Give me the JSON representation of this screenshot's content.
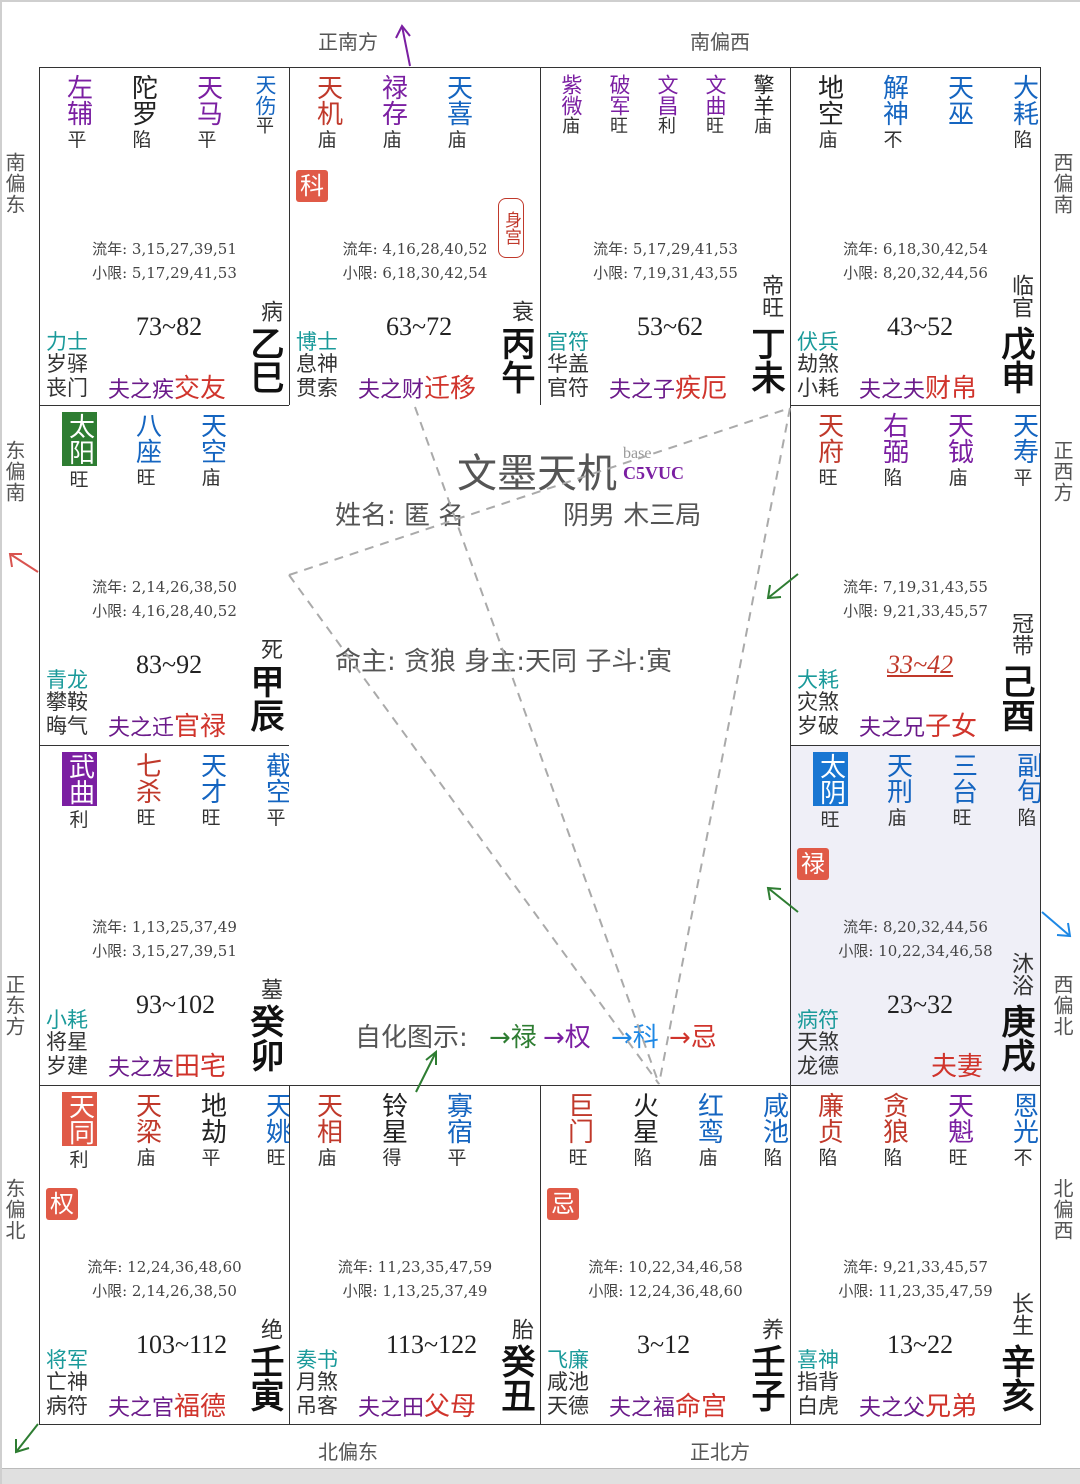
{
  "directions": {
    "top_left": "正南方",
    "top_right": "南偏西",
    "left_1": "南偏东",
    "left_2": "东偏南",
    "left_3": "正东方",
    "left_4": "东偏北",
    "right_1": "西偏南",
    "right_2": "正西方",
    "right_3": "西偏北",
    "right_4": "北偏西",
    "bottom_left": "北偏东",
    "bottom_right": "正北方"
  },
  "colors": {
    "main_purple": "#7b1fa2",
    "red": "#d0342c",
    "blue": "#1565c0",
    "teal": "#1a9a9a",
    "green": "#2e7d32",
    "ke_box": "#e05a47",
    "lu_box": "#e05a47"
  },
  "center": {
    "title": "文墨天机",
    "badge_top": "base",
    "badge_code": "C5VUC",
    "name_label": "姓名: 匿 名",
    "gender": "阴男 木三局",
    "ming_line": "命主: 贪狼 身主:天同 子斗:寅",
    "legend_label": "自化图示:",
    "legend": [
      "→禄",
      "→权",
      "→科",
      "→忌"
    ]
  },
  "palaces": [
    {
      "id": "si",
      "stars": [
        {
          "nm": "左辅",
          "br": "平",
          "c": "#7b1fa2"
        },
        {
          "nm": "陀罗",
          "br": "陷",
          "c": "#222"
        },
        {
          "nm": "天马",
          "br": "平",
          "c": "#7b1fa2"
        }
      ],
      "minors": [
        {
          "nm": "天伤",
          "br": "平",
          "c": "#1565c0"
        },
        {
          "nm": "封诰",
          "br": "",
          "c": "#1565c0"
        },
        {
          "nm": "天厨",
          "br": "",
          "c": "#1565c0"
        },
        {
          "nm": "天月",
          "br": "陷",
          "c": "#1565c0"
        },
        {
          "nm": "孤辰",
          "br": "",
          "c": "#1565c0"
        },
        {
          "nm": "蜚廉",
          "br": "陷",
          "c": "#1565c0"
        },
        {
          "nm": "破碎",
          "br": "",
          "c": "#1565c0"
        }
      ],
      "liunian": "流年: 3,15,27,39,51",
      "xiaoxian": "小限: 5,17,29,41,53",
      "range": "73~82",
      "god1": "力士",
      "god2": "岁驿",
      "god3": "丧门",
      "rel": "夫之疾",
      "pal": "交友",
      "stage": "病",
      "gz": "乙巳"
    },
    {
      "id": "wu",
      "stars": [
        {
          "nm": "天机",
          "br": "庙",
          "c": "#c0392b"
        },
        {
          "nm": "禄存",
          "br": "庙",
          "c": "#7b1fa2"
        },
        {
          "nm": "天喜",
          "br": "庙",
          "c": "#1565c0"
        }
      ],
      "minors": [],
      "hua": "科",
      "shen": "身宫",
      "liunian": "流年: 4,16,28,40,52",
      "xiaoxian": "小限: 6,18,30,42,54",
      "range": "63~72",
      "god1": "博士",
      "god2": "息神",
      "god3": "贯索",
      "rel": "夫之财",
      "pal": "迁移",
      "stage": "衰",
      "gz": "丙午"
    },
    {
      "id": "wei",
      "stars": [],
      "minors": [
        {
          "nm": "紫微",
          "br": "庙",
          "c": "#7b1fa2"
        },
        {
          "nm": "破军",
          "br": "旺",
          "c": "#7b1fa2"
        },
        {
          "nm": "文昌",
          "br": "利",
          "c": "#7b1fa2"
        },
        {
          "nm": "文曲",
          "br": "旺",
          "c": "#7b1fa2"
        },
        {
          "nm": "擎羊",
          "br": "庙",
          "c": "#222"
        },
        {
          "nm": "龙池",
          "br": "庙",
          "c": "#1565c0"
        },
        {
          "nm": "凤阁",
          "br": "陷",
          "c": "#1565c0"
        },
        {
          "nm": "天使",
          "br": "平",
          "c": "#1565c0"
        },
        {
          "nm": "年解",
          "br": "得",
          "c": "#1565c0"
        },
        {
          "nm": "华盖",
          "br": "陷",
          "c": "#1565c0"
        }
      ],
      "liunian": "流年: 5,17,29,41,53",
      "xiaoxian": "小限: 7,19,31,43,55",
      "range": "53~62",
      "god1": "官符",
      "god2": "华盖",
      "god3": "官符",
      "rel": "夫之子",
      "pal": "疾厄",
      "stage": "帝旺",
      "gz": "丁未"
    },
    {
      "id": "shen",
      "stars": [
        {
          "nm": "地空",
          "br": "庙",
          "c": "#222"
        },
        {
          "nm": "解神",
          "br": "不",
          "c": "#1565c0"
        },
        {
          "nm": "天巫",
          "br": "",
          "c": "#1565c0"
        },
        {
          "nm": "大耗",
          "br": "陷",
          "c": "#1565c0"
        },
        {
          "nm": "劫煞",
          "br": "",
          "c": "#1565c0"
        },
        {
          "nm": "月德",
          "br": "",
          "c": "#1565c0"
        }
      ],
      "minors": [],
      "liunian": "流年: 6,18,30,42,54",
      "xiaoxian": "小限: 8,20,32,44,56",
      "range": "43~52",
      "god1": "伏兵",
      "god2": "劫煞",
      "god3": "小耗",
      "rel": "夫之夫",
      "pal": "财帛",
      "stage": "临官",
      "gz": "戊申"
    },
    {
      "id": "chen",
      "stars": [
        {
          "nm": "太阳",
          "br": "旺",
          "c": "#fff",
          "box": "#2e7d32"
        },
        {
          "nm": "八座",
          "br": "旺",
          "c": "#1565c0"
        },
        {
          "nm": "天空",
          "br": "庙",
          "c": "#1565c0"
        }
      ],
      "minors": [],
      "liunian": "流年: 2,14,26,38,50",
      "xiaoxian": "小限: 4,16,28,40,52",
      "range": "83~92",
      "god1": "青龙",
      "god2": "攀鞍",
      "god3": "晦气",
      "rel": "夫之迁",
      "pal": "官禄",
      "stage": "死",
      "gz": "甲辰"
    },
    {
      "id": "you",
      "stars": [
        {
          "nm": "天府",
          "br": "旺",
          "c": "#c0392b"
        },
        {
          "nm": "右弼",
          "br": "陷",
          "c": "#7b1fa2"
        },
        {
          "nm": "天钺",
          "br": "庙",
          "c": "#7b1fa2"
        },
        {
          "nm": "天寿",
          "br": "平",
          "c": "#1565c0"
        },
        {
          "nm": "台辅",
          "br": "",
          "c": "#1565c0"
        },
        {
          "nm": "天虚",
          "br": "旺",
          "c": "#1565c0"
        }
      ],
      "minors": [],
      "liunian": "流年: 7,19,31,43,55",
      "xiaoxian": "小限: 9,21,33,45,57",
      "range": "33~42",
      "range_hl": true,
      "god1": "大耗",
      "god2": "灾煞",
      "god3": "岁破",
      "rel": "夫之兄",
      "pal": "子女",
      "stage": "冠带",
      "gz": "己酉"
    },
    {
      "id": "mao",
      "stars": [
        {
          "nm": "武曲",
          "br": "利",
          "c": "#fff",
          "box": "#7b1fa2"
        },
        {
          "nm": "七杀",
          "br": "旺",
          "c": "#c0392b"
        },
        {
          "nm": "天才",
          "br": "旺",
          "c": "#1565c0"
        },
        {
          "nm": "截空",
          "br": "平",
          "c": "#1565c0"
        },
        {
          "nm": "天哭",
          "br": "庙",
          "c": "#1565c0"
        }
      ],
      "minors": [],
      "liunian": "流年: 1,13,25,37,49",
      "xiaoxian": "小限: 3,15,27,39,51",
      "range": "93~102",
      "god1": "小耗",
      "god2": "将星",
      "god3": "岁建",
      "rel": "夫之友",
      "pal": "田宅",
      "stage": "墓",
      "gz": "癸卯"
    },
    {
      "id": "xu",
      "stars": [
        {
          "nm": "太阴",
          "br": "旺",
          "c": "#fff",
          "box": "#1976d2"
        },
        {
          "nm": "天刑",
          "br": "庙",
          "c": "#1565c0"
        },
        {
          "nm": "三台",
          "br": "旺",
          "c": "#1565c0"
        },
        {
          "nm": "副旬",
          "br": "陷",
          "c": "#1565c0"
        },
        {
          "nm": "龙德",
          "br": "",
          "c": "#1565c0"
        }
      ],
      "minors": [],
      "hua": "禄",
      "shade": true,
      "liunian": "流年: 8,20,32,44,56",
      "xiaoxian": "小限: 10,22,34,46,58",
      "range": "23~32",
      "god1": "病符",
      "god2": "天煞",
      "god3": "龙德",
      "rel": "",
      "pal": "夫妻",
      "stage": "沐浴",
      "gz": "庚戌"
    },
    {
      "id": "yin",
      "stars": [
        {
          "nm": "天同",
          "br": "利",
          "c": "#fff",
          "box": "#e05a47"
        },
        {
          "nm": "天梁",
          "br": "庙",
          "c": "#c0392b"
        },
        {
          "nm": "地劫",
          "br": "平",
          "c": "#222"
        },
        {
          "nm": "天姚",
          "br": "旺",
          "c": "#1565c0"
        },
        {
          "nm": "天官",
          "br": "平",
          "c": "#1565c0"
        },
        {
          "nm": "副截",
          "br": "陷",
          "c": "#1565c0"
        }
      ],
      "minors": [],
      "hua": "权",
      "liunian": "流年: 12,24,36,48,60",
      "xiaoxian": "小限: 2,14,26,38,50",
      "range": "103~112",
      "god1": "将军",
      "god2": "亡神",
      "god3": "病符",
      "rel": "夫之官",
      "pal": "福德",
      "stage": "绝",
      "gz": "壬寅"
    },
    {
      "id": "chou",
      "stars": [
        {
          "nm": "天相",
          "br": "庙",
          "c": "#c0392b"
        },
        {
          "nm": "铃星",
          "br": "得",
          "c": "#222"
        },
        {
          "nm": "寡宿",
          "br": "平",
          "c": "#1565c0"
        }
      ],
      "minors": [],
      "liunian": "流年: 11,23,35,47,59",
      "xiaoxian": "小限: 1,13,25,37,49",
      "range": "113~122",
      "god1": "奏书",
      "god2": "月煞",
      "god3": "吊客",
      "rel": "夫之田",
      "pal": "父母",
      "stage": "胎",
      "gz": "癸丑"
    },
    {
      "id": "zi",
      "stars": [
        {
          "nm": "巨门",
          "br": "旺",
          "c": "#c0392b"
        },
        {
          "nm": "火星",
          "br": "陷",
          "c": "#222"
        },
        {
          "nm": "红鸾",
          "br": "庙",
          "c": "#1565c0"
        },
        {
          "nm": "咸池",
          "br": "陷",
          "c": "#1565c0"
        },
        {
          "nm": "阴煞",
          "br": "",
          "c": "#1565c0"
        },
        {
          "nm": "天德",
          "br": "庙",
          "c": "#1565c0"
        }
      ],
      "minors": [],
      "hua": "忌",
      "liunian": "流年: 10,22,34,46,58",
      "xiaoxian": "小限: 12,24,36,48,60",
      "range": "3~12",
      "god1": "飞廉",
      "god2": "咸池",
      "god3": "天德",
      "rel": "夫之福",
      "pal": "命宫",
      "stage": "养",
      "gz": "壬子"
    },
    {
      "id": "hai",
      "stars": [
        {
          "nm": "廉贞",
          "br": "陷",
          "c": "#c0392b"
        },
        {
          "nm": "贪狼",
          "br": "陷",
          "c": "#c0392b"
        },
        {
          "nm": "天魁",
          "br": "旺",
          "c": "#7b1fa2"
        },
        {
          "nm": "恩光",
          "br": "不",
          "c": "#1565c0"
        },
        {
          "nm": "天贵",
          "br": "平",
          "c": "#1565c0"
        },
        {
          "nm": "天福",
          "br": "庙",
          "c": "#1565c0"
        },
        {
          "nm": "旬空",
          "br": "平",
          "c": "#1565c0"
        }
      ],
      "minors": [],
      "liunian": "流年: 9,21,33,45,57",
      "xiaoxian": "小限: 11,23,35,47,59",
      "range": "13~22",
      "god1": "喜神",
      "god2": "指背",
      "god3": "白虎",
      "rel": "夫之父",
      "pal": "兄弟",
      "stage": "长生",
      "gz": "辛亥"
    }
  ]
}
